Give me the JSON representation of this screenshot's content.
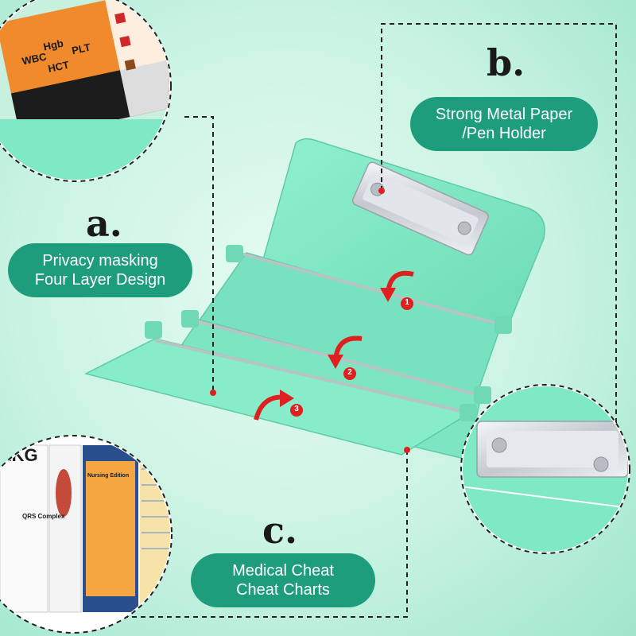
{
  "callouts": {
    "a": {
      "letter": "a.",
      "line1": "Privacy masking",
      "line2": "Four Layer Design"
    },
    "b": {
      "letter": "b.",
      "line1": "Strong Metal Paper",
      "line2": "/Pen Holder"
    },
    "c": {
      "letter": "c.",
      "line1": "Medical Cheat",
      "line2": "Cheat Charts"
    }
  },
  "steps": [
    "1",
    "2",
    "3"
  ],
  "chart_card": {
    "row1": [
      "WBC",
      "Hgb",
      "PLT"
    ],
    "row2": [
      "HCT"
    ]
  },
  "cheat_sheet": {
    "title": "EKG",
    "panel_title": "QRS Complex",
    "header": "Nursing Edition"
  },
  "colors": {
    "background": "#c9f3e2",
    "clipboard": "#7fe8c4",
    "pill": "#1e9d7c",
    "arrow": "#e02020",
    "metal": "#d7dbe0"
  }
}
